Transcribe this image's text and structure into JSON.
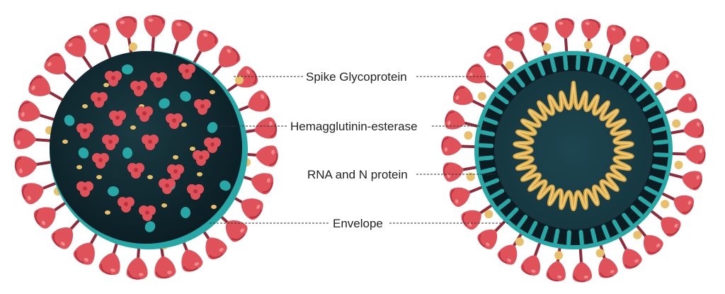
{
  "labels": {
    "spike": "Spike Glycoprotein",
    "he": "Hemagglutinin-esterase",
    "rna": "RNA and N protein",
    "envelope": "Envelope"
  },
  "colors": {
    "spike": "#e0525a",
    "spike_dark": "#b8333e",
    "stalk": "#8f2a38",
    "core": "#0f2a32",
    "core_edge": "#0a1e24",
    "teal": "#27a7a6",
    "yellow": "#e8c06b",
    "rna": "#d9a748",
    "leader": "#333333",
    "text": "#222222"
  },
  "icons": {
    "left_virus": "coronavirus-exterior-icon",
    "right_virus": "coronavirus-cross-section-icon"
  }
}
